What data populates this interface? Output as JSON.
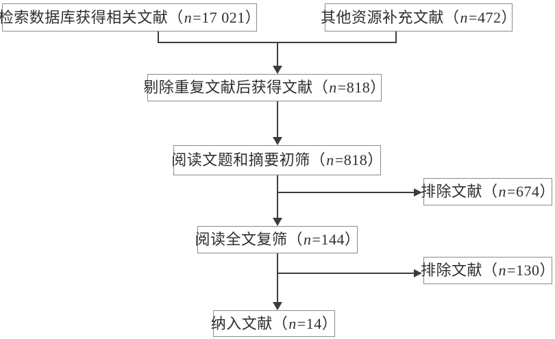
{
  "diagram": {
    "colors": {
      "line": "#3c3c3c",
      "box_border": "#8a8a8a",
      "text": "#2f2f2f",
      "background": "#ffffff"
    },
    "nodes": [
      {
        "id": "database-search",
        "prefix": "检索数据库获得相关文献（",
        "n": "n",
        "suffix": "=17 021）"
      },
      {
        "id": "other-sources",
        "prefix": "其他资源补充文献（",
        "n": "n",
        "suffix": "=472）"
      },
      {
        "id": "after-dedup",
        "prefix": "剔除重复文献后获得文献（",
        "n": "n",
        "suffix": "=818）"
      },
      {
        "id": "title-abstract-screen",
        "prefix": "阅读文题和摘要初筛（",
        "n": "n",
        "suffix": "=818）"
      },
      {
        "id": "excluded-initial",
        "prefix": "排除文献（",
        "n": "n",
        "suffix": "=674）"
      },
      {
        "id": "fulltext-screen",
        "prefix": "阅读全文复筛（",
        "n": "n",
        "suffix": "=144）"
      },
      {
        "id": "excluded-fulltext",
        "prefix": "排除文献（",
        "n": "n",
        "suffix": "=130）"
      },
      {
        "id": "included",
        "prefix": "纳入文献（",
        "n": "n",
        "suffix": "=14）"
      }
    ]
  }
}
